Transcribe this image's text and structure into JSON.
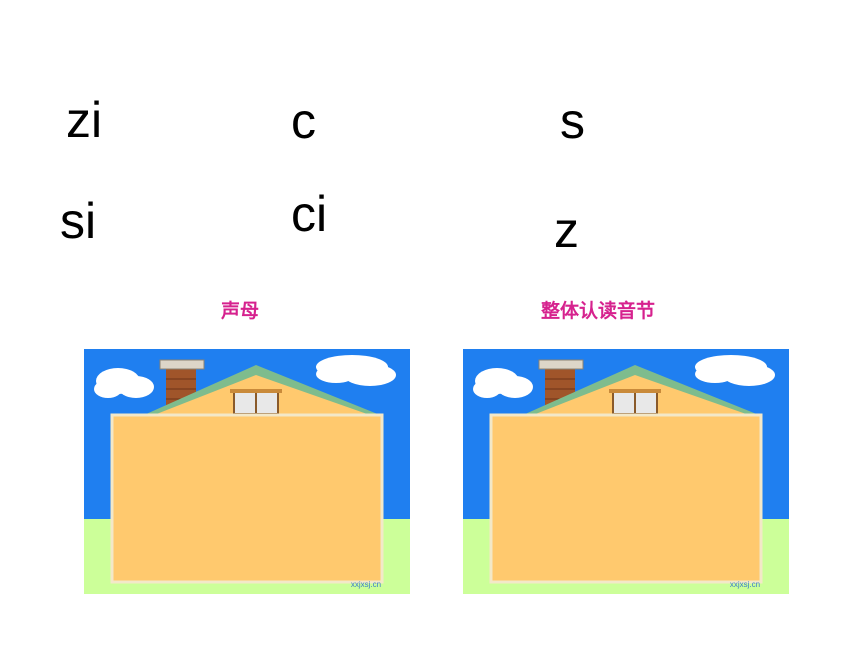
{
  "syllables": {
    "zi": "zi",
    "c": "c",
    "s": "s",
    "si": "si",
    "ci": "ci",
    "z": "z"
  },
  "houses": {
    "left_title": "声母",
    "right_title": "整体认读音节",
    "watermark": "xxjxsj.cn"
  },
  "colors": {
    "title": "#d6228e",
    "sky": "#1f7ff0",
    "grass": "#ccff99",
    "wall": "#ffc96e",
    "roof": "#7ebc8d",
    "chimney": "#a0552a"
  }
}
